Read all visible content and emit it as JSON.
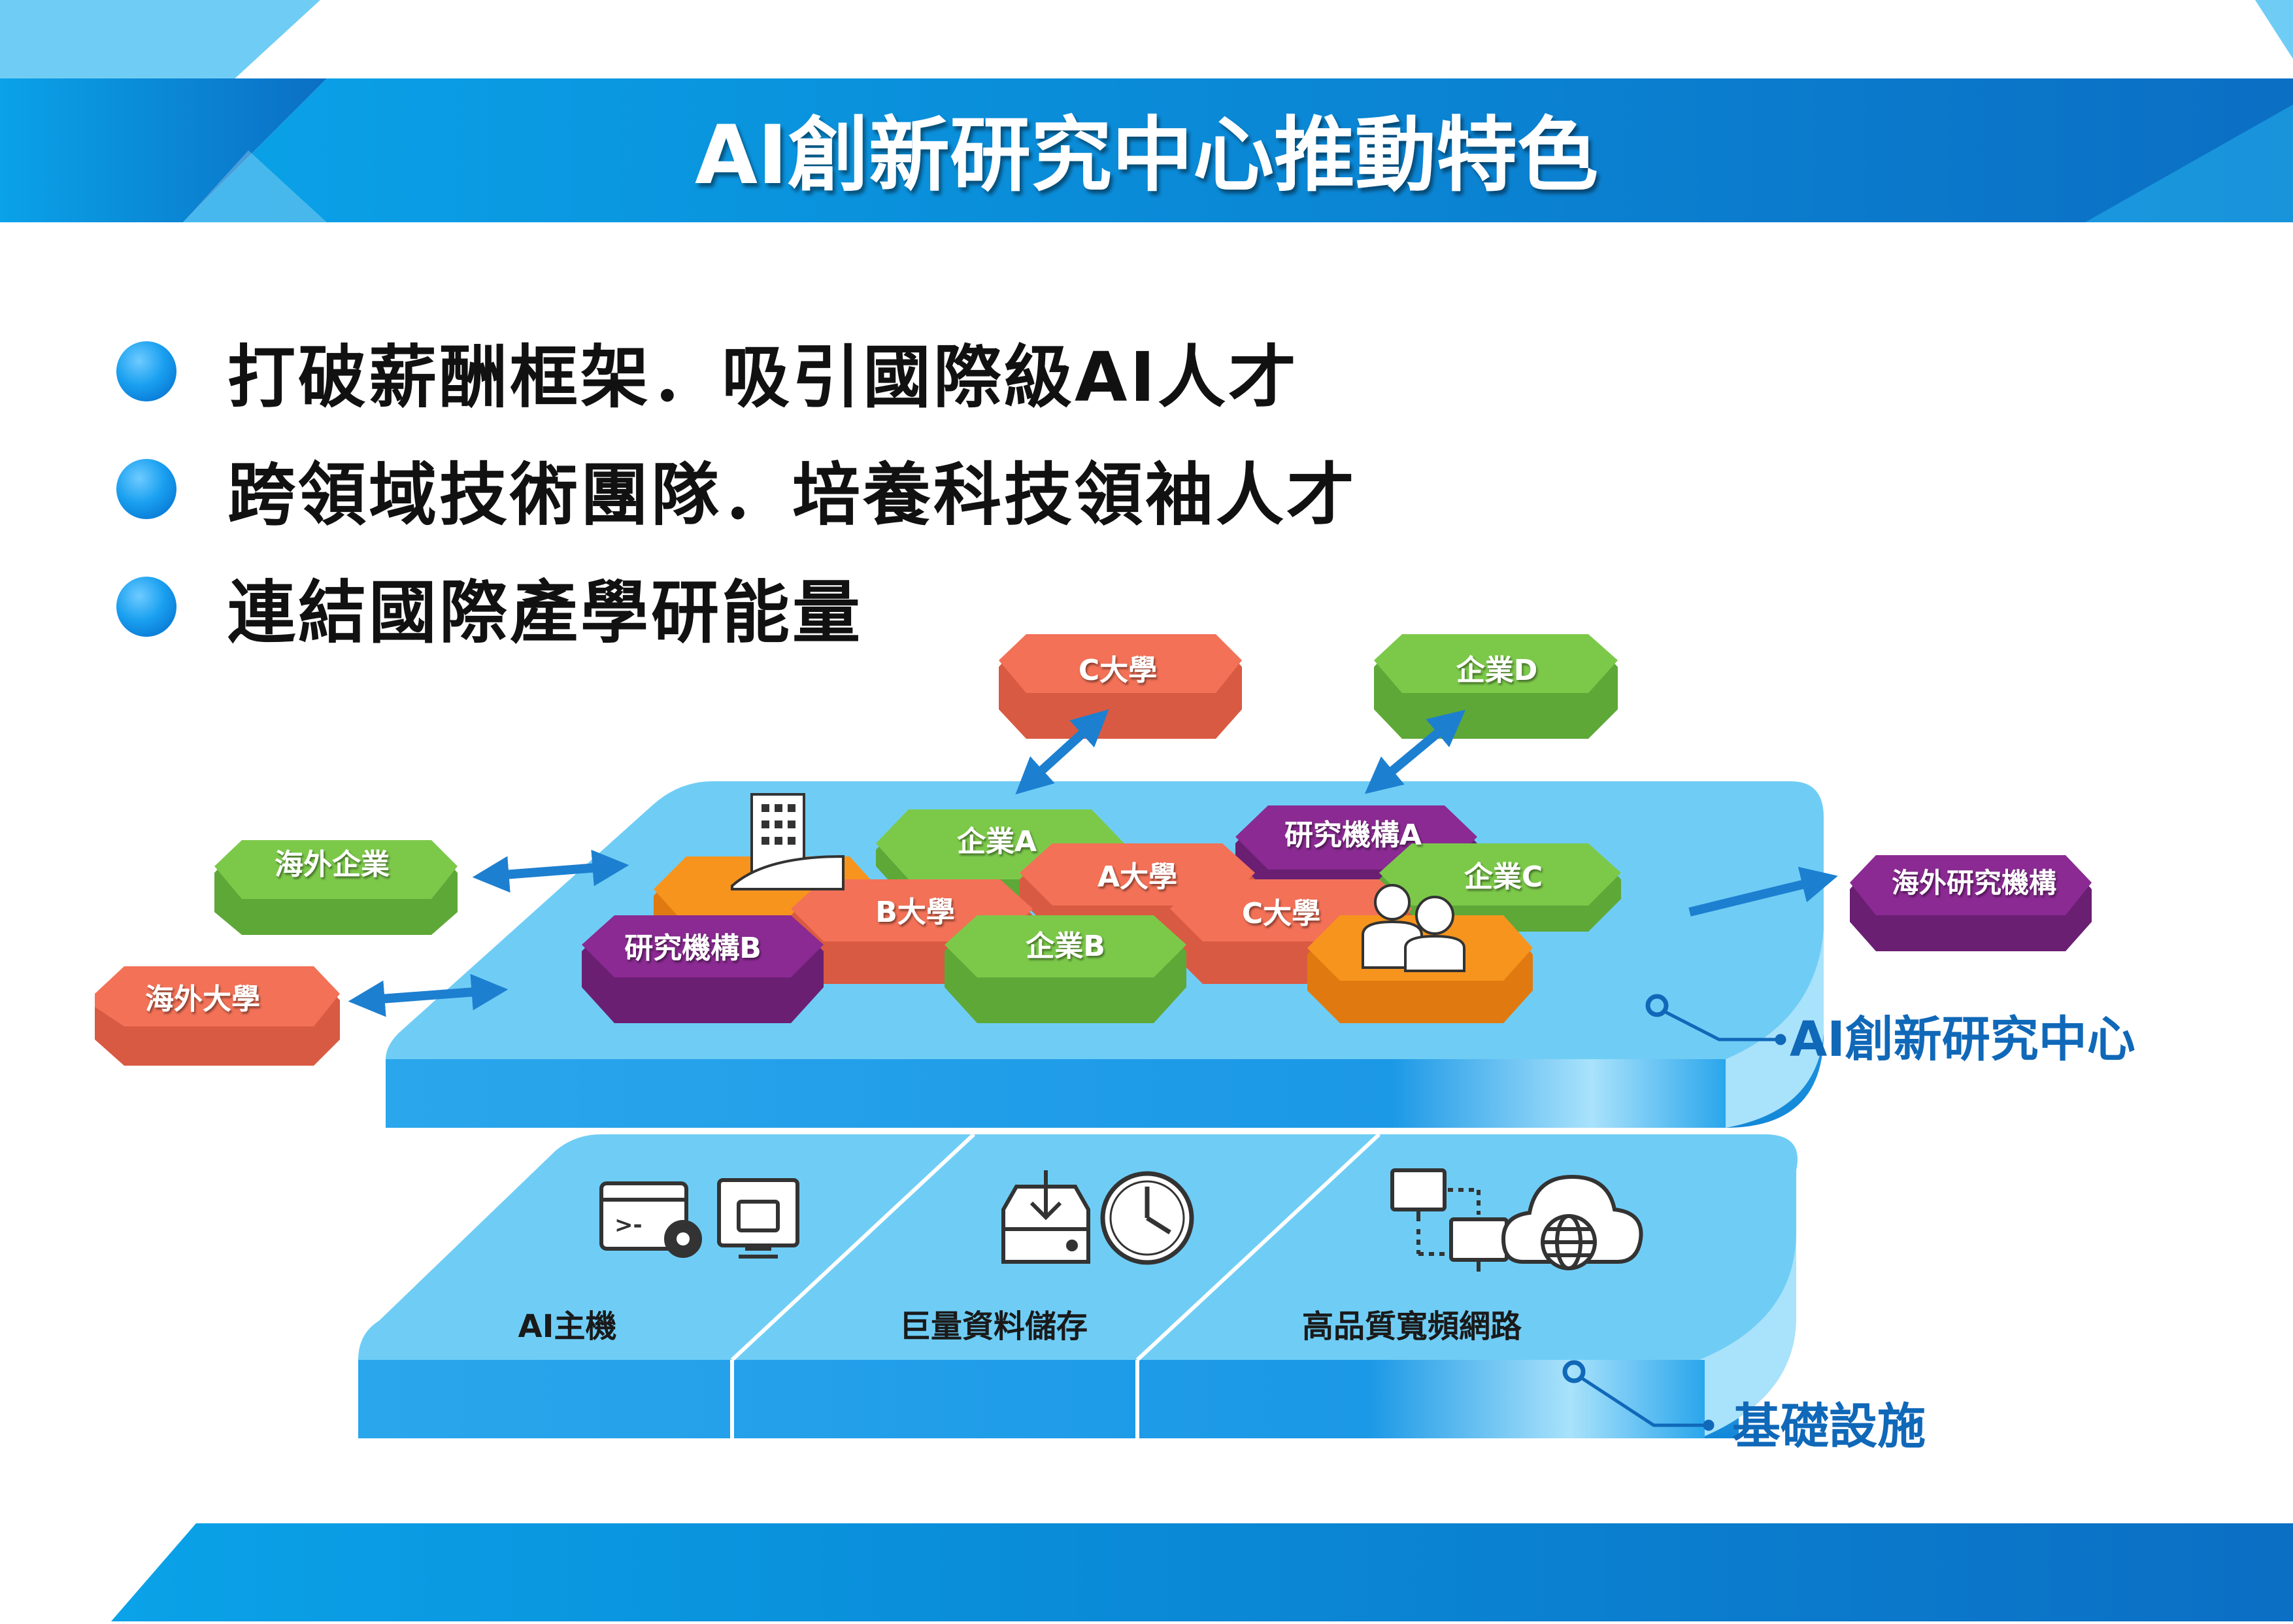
{
  "title": "AI創新研究中心推動特色",
  "bullets": [
    "打破薪酬框架．吸引國際級AI人才",
    "跨領域技術團隊．培養科技領袖人才",
    "連結國際產學研能量"
  ],
  "center_tiles": [
    {
      "label": "企業A",
      "type": "enterprise"
    },
    {
      "label": "研究機構A",
      "type": "institute"
    },
    {
      "label": "A大學",
      "type": "university"
    },
    {
      "label": "企業C",
      "type": "enterprise"
    },
    {
      "label": "B大學",
      "type": "university"
    },
    {
      "label": "C大學",
      "type": "university"
    },
    {
      "label": "研究機構B",
      "type": "institute"
    },
    {
      "label": "企業B",
      "type": "enterprise"
    }
  ],
  "external_partners": [
    {
      "label": "C大學",
      "type": "university"
    },
    {
      "label": "企業D",
      "type": "enterprise"
    },
    {
      "label": "海外企業",
      "type": "enterprise"
    },
    {
      "label": "海外大學",
      "type": "university"
    },
    {
      "label": "海外研究機構",
      "type": "institute"
    }
  ],
  "layers": {
    "center": "AI創新研究中心",
    "infrastructure": "基礎設施"
  },
  "infrastructure": [
    {
      "label": "AI主機",
      "icons": [
        "terminal-gear-icon",
        "monitor-folder-icon"
      ]
    },
    {
      "label": "巨量資料儲存",
      "icons": [
        "download-box-icon",
        "clock-icon"
      ]
    },
    {
      "label": "高品質寬頻網路",
      "icons": [
        "network-computers-icon",
        "cloud-globe-icon"
      ]
    }
  ],
  "colors": {
    "university": "#f27157",
    "enterprise": "#7cc94a",
    "institute": "#8a2a92",
    "orange": "#f7941d",
    "blue_dark": "#0a6fc8",
    "blue_light": "#6fcdf5",
    "label_blue": "#1068b8"
  }
}
